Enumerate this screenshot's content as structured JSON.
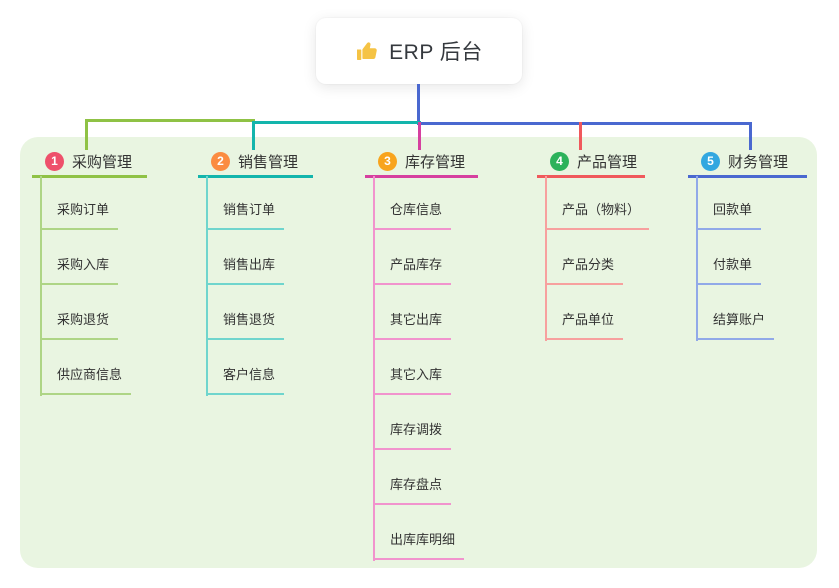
{
  "root": {
    "label": "ERP 后台",
    "icon": "thumbs-up-icon",
    "icon_color": "#f5c344"
  },
  "canvas_color": "#e9f5e1",
  "root_connector_color": "#4a68d0",
  "branches": [
    {
      "number": "1",
      "label": "采购管理",
      "badge_color": "#ee506b",
      "line_color": "#8fc245",
      "child_line_color": "#aed585",
      "children": [
        "采购订单",
        "采购入库",
        "采购退货",
        "供应商信息"
      ]
    },
    {
      "number": "2",
      "label": "销售管理",
      "badge_color": "#fb8c41",
      "line_color": "#13b5ac",
      "child_line_color": "#6fd5cd",
      "children": [
        "销售订单",
        "销售出库",
        "销售退货",
        "客户信息"
      ]
    },
    {
      "number": "3",
      "label": "库存管理",
      "badge_color": "#f8a41d",
      "line_color": "#d6409f",
      "child_line_color": "#f193cd",
      "children": [
        "仓库信息",
        "产品库存",
        "其它出库",
        "其它入库",
        "库存调拨",
        "库存盘点",
        "出库库明细"
      ]
    },
    {
      "number": "4",
      "label": "产品管理",
      "badge_color": "#2cb25b",
      "line_color": "#f0595c",
      "child_line_color": "#f7a09e",
      "children": [
        "产品（物料）",
        "产品分类",
        "产品单位"
      ]
    },
    {
      "number": "5",
      "label": "财务管理",
      "badge_color": "#32a7e0",
      "line_color": "#4a68d0",
      "child_line_color": "#91a9e8",
      "children": [
        "回款单",
        "付款单",
        "结算账户"
      ]
    }
  ]
}
